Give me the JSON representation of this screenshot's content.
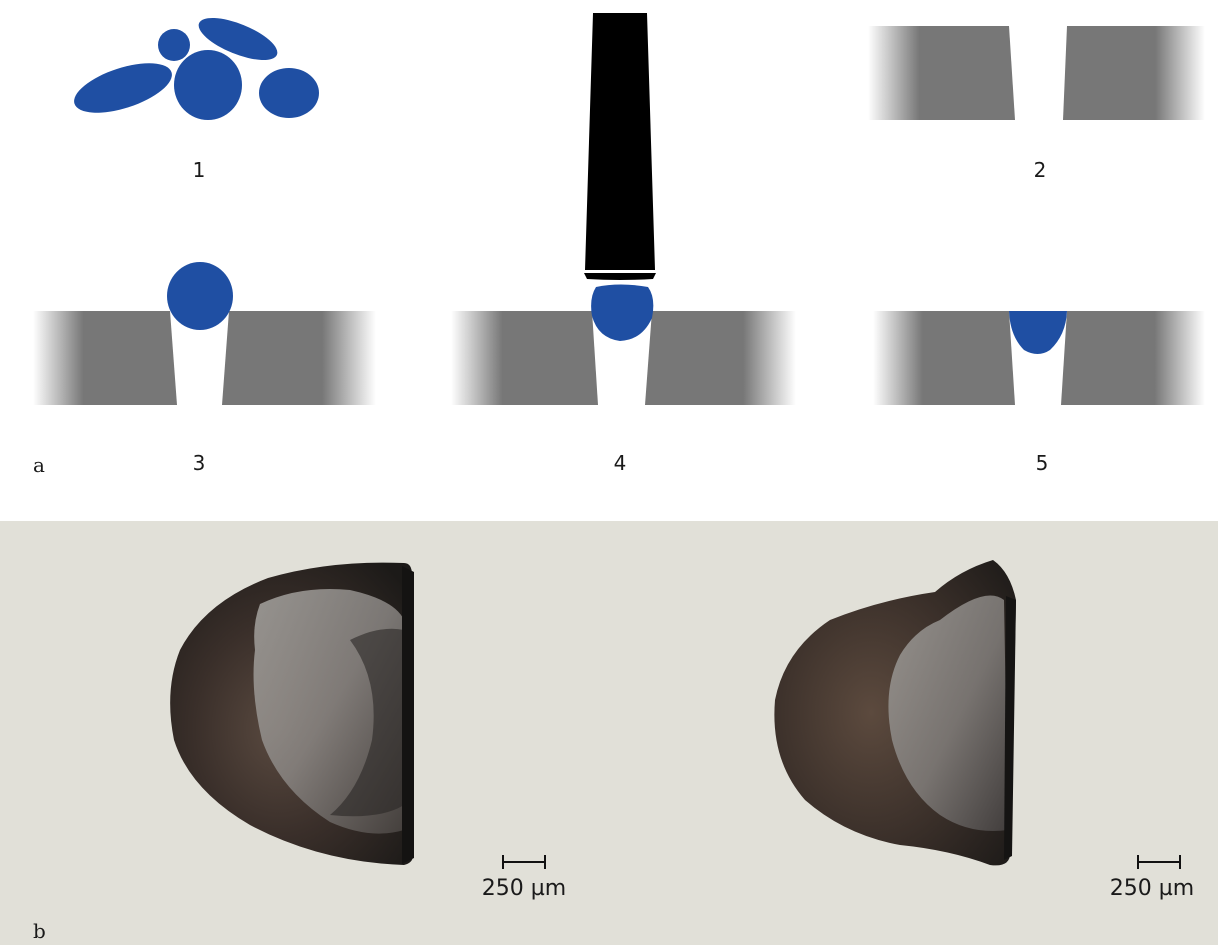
{
  "panel_a": {
    "letter": "a",
    "steps": [
      {
        "number": "1"
      },
      {
        "number": "2"
      },
      {
        "number": "3"
      },
      {
        "number": "4"
      },
      {
        "number": "5"
      }
    ]
  },
  "panel_b": {
    "letter": "b",
    "scale_bars": [
      {
        "label": "250 µm"
      },
      {
        "label": "250 µm"
      }
    ]
  },
  "colors": {
    "particle_blue": "#1f4fa3",
    "die_gray": "#777777",
    "punch_black": "#000000",
    "photo_background": "#e1e0d8"
  }
}
